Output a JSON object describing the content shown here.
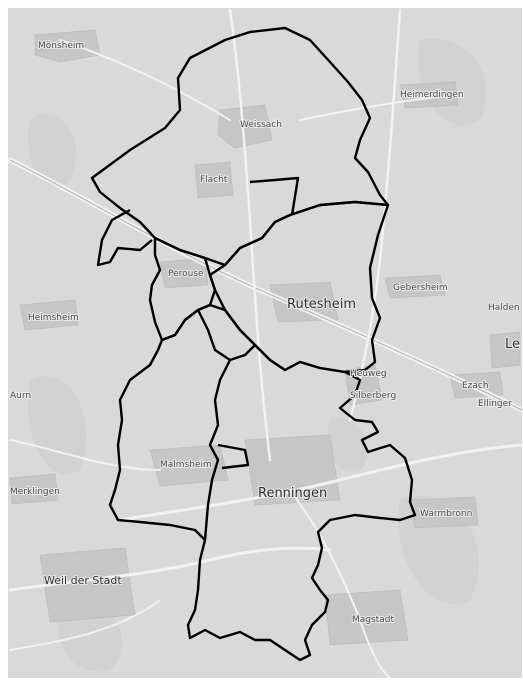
{
  "colors": {
    "background": "#d9d9d9",
    "boundary": "#000000",
    "road": "#bdbdbd",
    "settlement": "#c7c7c7",
    "label": "#333333"
  },
  "places": [
    {
      "id": "monsheim",
      "name": "Mönsheim"
    },
    {
      "id": "weissach",
      "name": "Weissach"
    },
    {
      "id": "flacht",
      "name": "Flacht"
    },
    {
      "id": "heimerdingen",
      "name": "Heimerdingen"
    },
    {
      "id": "perouse",
      "name": "Perouse"
    },
    {
      "id": "rutesheim",
      "name": "Rutesheim"
    },
    {
      "id": "gebersheim",
      "name": "Gebersheim"
    },
    {
      "id": "heimsheim",
      "name": "Heimsheim"
    },
    {
      "id": "heuweg",
      "name": "Heuweg"
    },
    {
      "id": "silberberg",
      "name": "Silberberg"
    },
    {
      "id": "ezach",
      "name": "Ezach"
    },
    {
      "id": "ellinger",
      "name": "Ellinger"
    },
    {
      "id": "leo",
      "name": "Le"
    },
    {
      "id": "halden",
      "name": "Halden"
    },
    {
      "id": "malmsheim",
      "name": "Malmsheim"
    },
    {
      "id": "renningen",
      "name": "Renningen"
    },
    {
      "id": "warmbronn",
      "name": "Warmbronn"
    },
    {
      "id": "merklingen",
      "name": "Merklingen"
    },
    {
      "id": "weil-der-stadt",
      "name": "Weil der Stadt"
    },
    {
      "id": "magstadt",
      "name": "Magstadt"
    },
    {
      "id": "aurn",
      "name": "Aurn"
    }
  ]
}
